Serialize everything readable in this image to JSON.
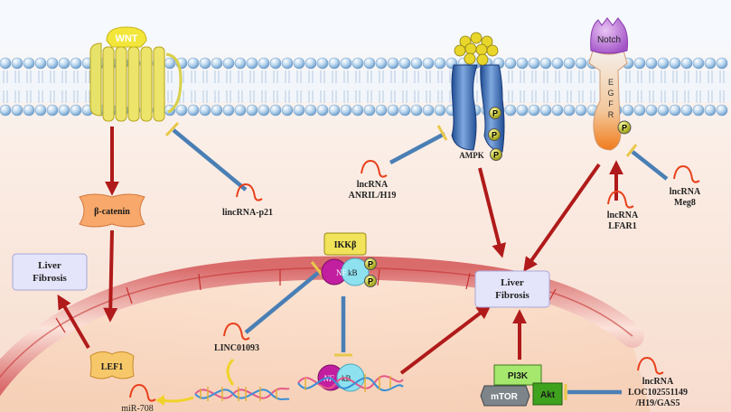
{
  "signals": {
    "wnt": "WNT",
    "notch": "Notch",
    "egfr_letters": [
      "E",
      "G",
      "F",
      "R"
    ],
    "ampk": "AMPK",
    "phospho": "P",
    "beta_catenin": "β-catenin",
    "ikk": "IKKβ",
    "nfkb_left": "NF",
    "nfkb_right": "kB",
    "lef1": "LEF1",
    "pi3k": "PI3K",
    "mtor": "mTOR",
    "akt": "Akt"
  },
  "fibrosis": {
    "left_line1": "Liver",
    "left_line2": "Fibrosis",
    "right_line1": "Liver",
    "right_line2": "Fibrosis"
  },
  "rnas": {
    "lincrna_p21": "lincRNA-p21",
    "anril_line1": "lncRNA",
    "anril_line2": "ANRIL/H19",
    "lfar1_line1": "lncRNA",
    "lfar1_line2": "LFAR1",
    "meg8_line1": "lncRNA",
    "meg8_line2": "Meg8",
    "linc01093": "LINC01093",
    "mir708": "miR-708",
    "loc_line1": "lncRNA",
    "loc_line2": "LOC102551149",
    "loc_line3": "/H19/GAS5"
  },
  "colors": {
    "activation_arrow": "#b01a1a",
    "inhibition_line": "#4a7fb5",
    "inhibition_bar": "#e8c84a",
    "rna_curve": "#e8401c",
    "fibrosis_box": "#e4e4fa"
  }
}
